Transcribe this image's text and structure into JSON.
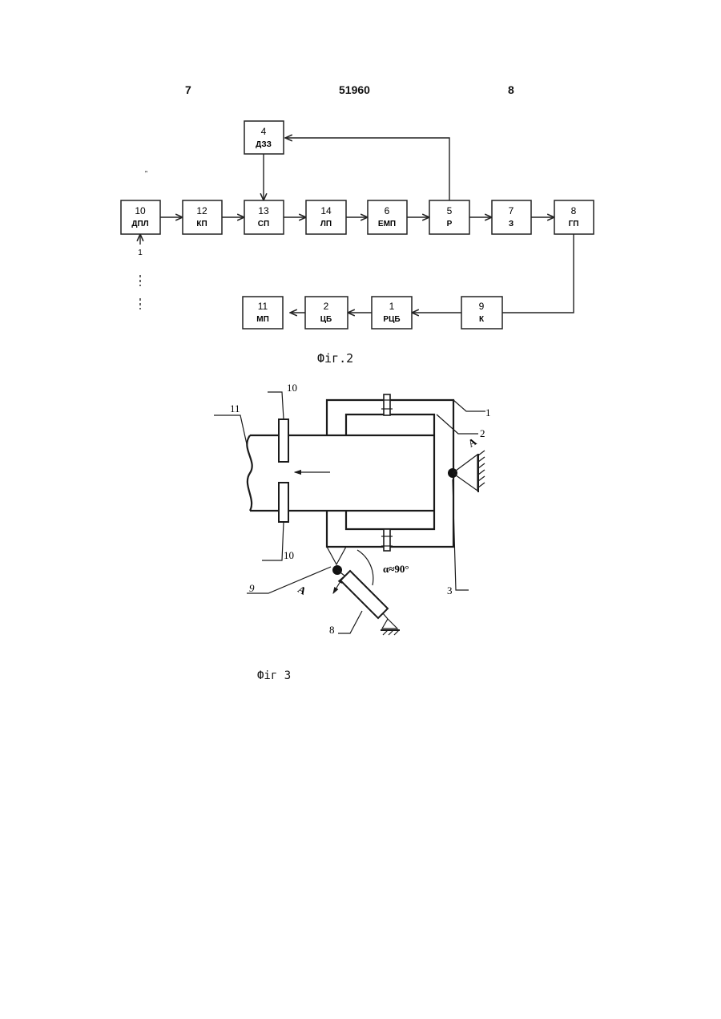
{
  "header": {
    "page_left": "7",
    "patent_number": "51960",
    "page_right": "8"
  },
  "fig2": {
    "caption": "Фiг.2",
    "blocks": [
      {
        "id": "b4",
        "num": "4",
        "label": "ДЗЗ"
      },
      {
        "id": "b10",
        "num": "10",
        "label": "ДПЛ"
      },
      {
        "id": "b12",
        "num": "12",
        "label": "КП"
      },
      {
        "id": "b13",
        "num": "13",
        "label": "СП"
      },
      {
        "id": "b14",
        "num": "14",
        "label": "ЛП"
      },
      {
        "id": "b6",
        "num": "6",
        "label": "ЕМП"
      },
      {
        "id": "b5",
        "num": "5",
        "label": "Р"
      },
      {
        "id": "b7",
        "num": "7",
        "label": "З"
      },
      {
        "id": "b8",
        "num": "8",
        "label": "ГП"
      },
      {
        "id": "b11",
        "num": "11",
        "label": "МП"
      },
      {
        "id": "b2",
        "num": "2",
        "label": "ЦБ"
      },
      {
        "id": "b1",
        "num": "1",
        "label": "РЦБ"
      },
      {
        "id": "b9",
        "num": "9",
        "label": "К"
      }
    ],
    "input_marker": "1"
  },
  "fig3": {
    "caption": "Фiг 3",
    "labels": {
      "l1": "1",
      "l2": "2",
      "l3": "3",
      "l8": "8",
      "l9": "9",
      "l10_top": "10",
      "l10_bottom": "10",
      "l11": "11",
      "a_right": "А",
      "a_left": "А",
      "angle": "α≈90°"
    }
  }
}
